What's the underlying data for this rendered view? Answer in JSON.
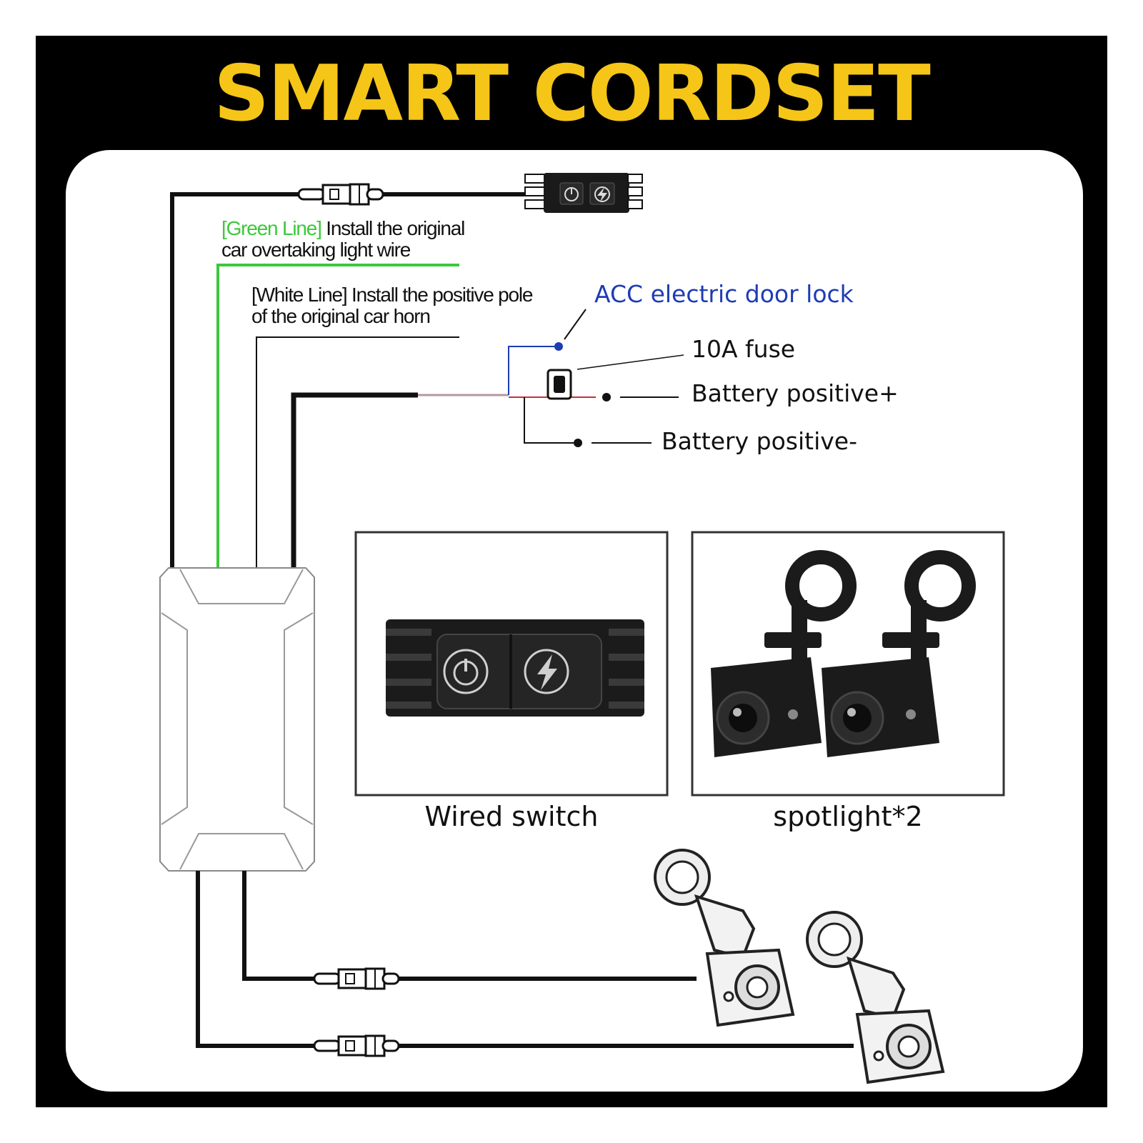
{
  "title": {
    "text": "SMART CORDSET",
    "color": "#F5C518"
  },
  "labels": {
    "green_tag": "[Green Line]",
    "green_text": " Install the original",
    "green_text2": "car overtaking light wire",
    "white_line": "[White Line] Install the positive pole",
    "white_line2": "of the original car horn",
    "acc": "ACC electric door lock",
    "fuse": "10A fuse",
    "battery_pos": "Battery positive+",
    "battery_neg": "Battery positive-"
  },
  "products": {
    "switch_caption": "Wired switch",
    "spot_caption": "spotlight*2"
  },
  "icons": {
    "power": "power-icon",
    "flash": "lightning-icon"
  },
  "colors": {
    "green_line": "#3CC83C",
    "acc_blue": "#1E3CB4",
    "fuse_red": "#C83232"
  }
}
